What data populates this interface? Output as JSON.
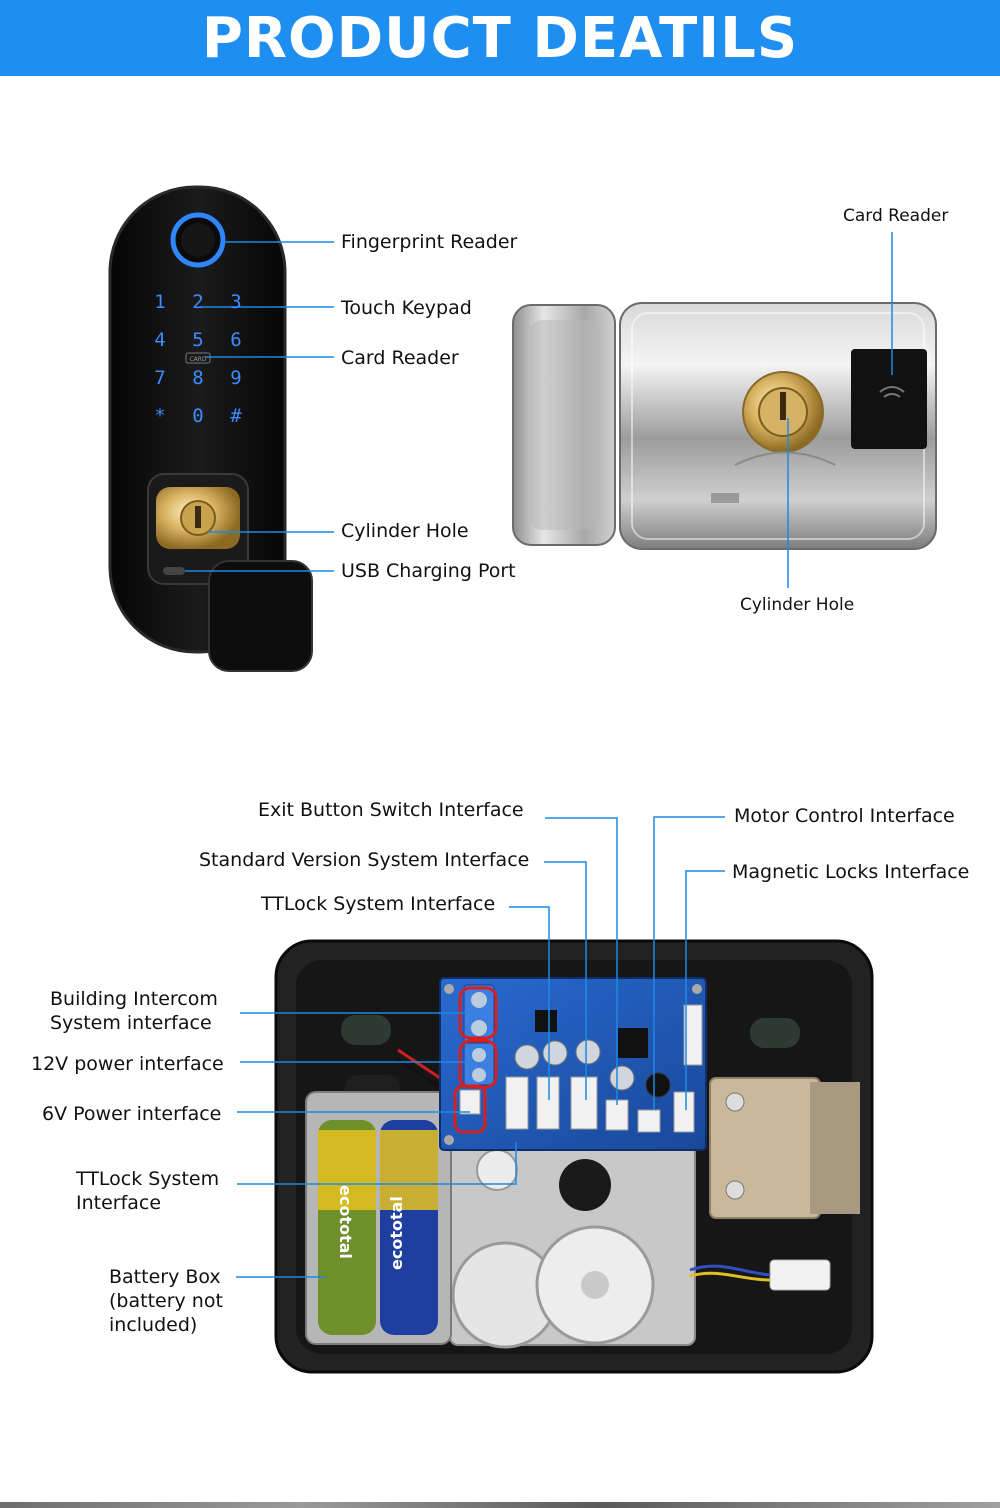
{
  "header": {
    "title": "PRODUCT DEATILS",
    "bg_color": "#1f8ef1"
  },
  "keypad_lock": {
    "keys": [
      "1",
      "2",
      "3",
      "4",
      "5",
      "6",
      "7",
      "8",
      "9",
      "*",
      "0",
      "#"
    ],
    "card_badge": "CARD",
    "callouts": {
      "fingerprint": "Fingerprint Reader",
      "touch_keypad": "Touch Keypad",
      "card_reader": "Card Reader",
      "cylinder_hole": "Cylinder Hole",
      "usb_port": "USB Charging Port"
    }
  },
  "rim_lock": {
    "callouts": {
      "card_reader": "Card Reader",
      "cylinder_hole": "Cylinder Hole"
    }
  },
  "control_box": {
    "callouts_top": {
      "exit_button": "Exit Button Switch Interface",
      "standard_version": "Standard Version System Interface",
      "ttlock_top": "TTLock System Interface",
      "motor_control": "Motor Control Interface",
      "magnetic_locks": "Magnetic Locks Interface"
    },
    "callouts_left": {
      "building_intercom_1": "Building Intercom",
      "building_intercom_2": "System interface",
      "power_12v": "12V power interface",
      "power_6v": "6V Power interface",
      "ttlock_left_1": "TTLock System",
      "ttlock_left_2": "Interface",
      "battery_1": "Battery Box",
      "battery_2": "(battery not",
      "battery_3": "included)"
    },
    "battery_brand": "ecototal"
  },
  "colors": {
    "callout_line": "#1e88e5",
    "pcb": "#1f5fbf",
    "highlight": "#d62020"
  }
}
